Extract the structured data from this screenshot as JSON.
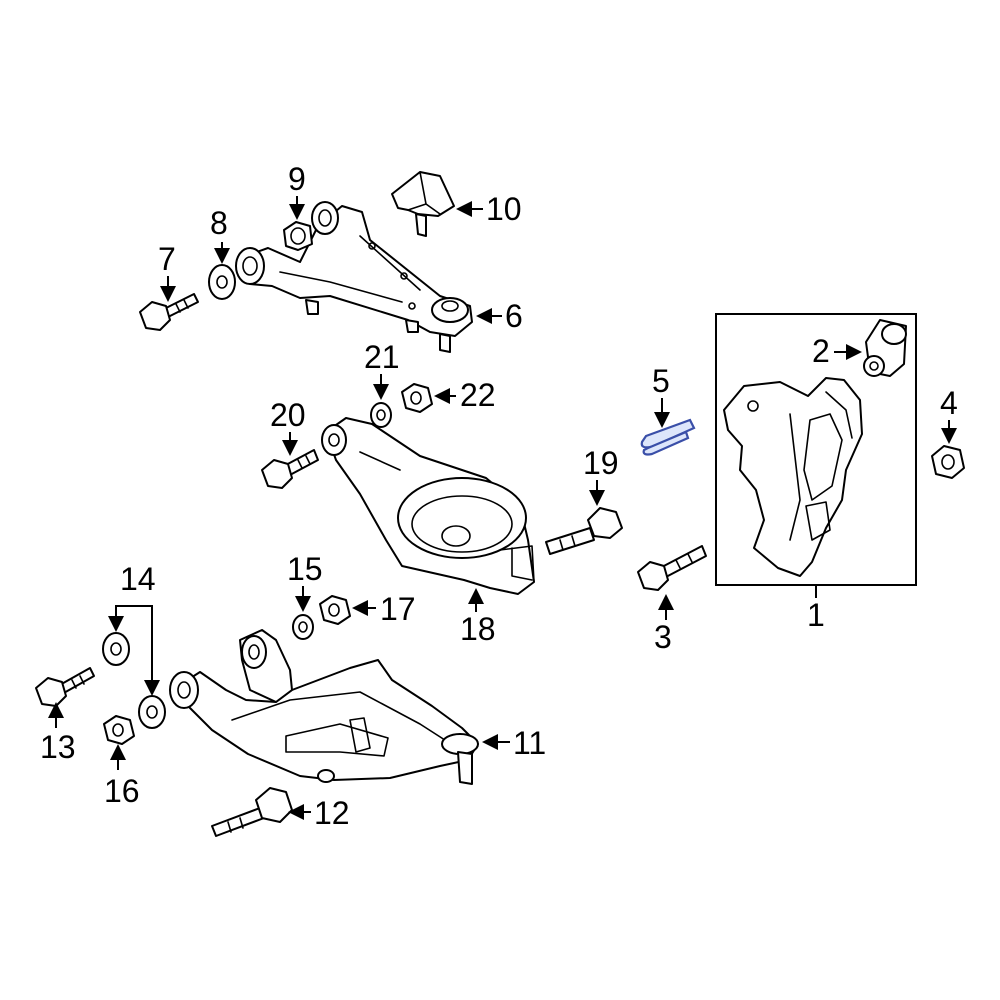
{
  "diagram": {
    "callouts": {
      "p1": "1",
      "p2": "2",
      "p3": "3",
      "p4": "4",
      "p5": "5",
      "p6": "6",
      "p7": "7",
      "p8": "8",
      "p9": "9",
      "p10": "10",
      "p11": "11",
      "p12": "12",
      "p13": "13",
      "p14": "14",
      "p15": "15",
      "p16": "16",
      "p17": "17",
      "p18": "18",
      "p19": "19",
      "p20": "20",
      "p21": "21",
      "p22": "22"
    },
    "highlighted_part": "5",
    "colors": {
      "line": "#000000",
      "highlight": "#3a4fa8",
      "background": "#ffffff"
    }
  }
}
